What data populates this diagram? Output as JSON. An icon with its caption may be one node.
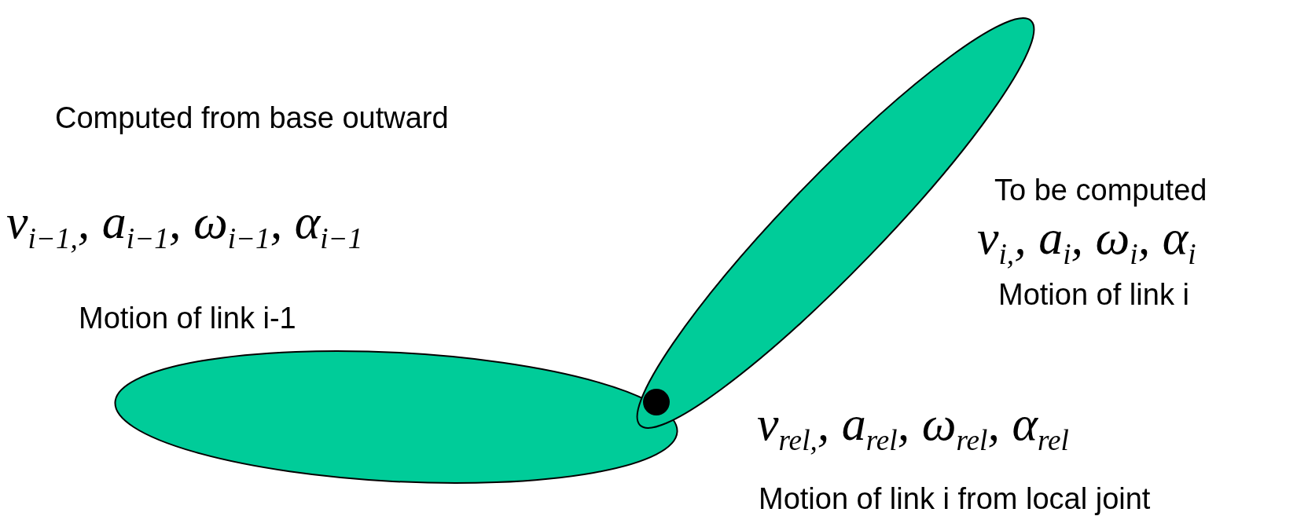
{
  "diagram": {
    "labels": [
      "Computed from base outward",
      "v$_{i−1,}$, a$_{i−1}$, ω$_{i−1}$, α$_{i−1}$",
      "Motion of link i-1",
      "To be computed",
      "v$_{i,}$, a$_{i}$, ω$_{i}$, α$_{i}$",
      "Motion of link i",
      "v$_{rel,}$, a$_{rel}$, ω$_{rel}$, α$_{rel}$",
      "Motion of link i from local joint"
    ]
  }
}
